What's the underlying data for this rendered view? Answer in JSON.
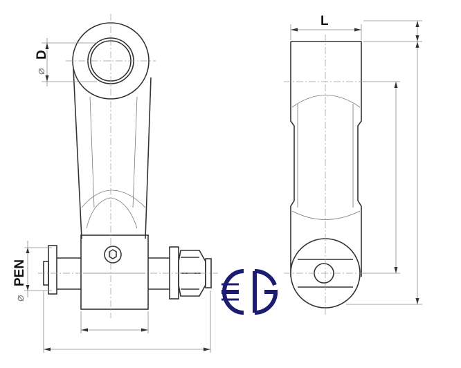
{
  "labels": {
    "bore_diameter": "D",
    "width": "L",
    "pin_diameter": "PEN",
    "diameter_symbol": "⌀"
  },
  "logo": {
    "text": "EG",
    "color": "#1c1c70"
  },
  "colors": {
    "line": "#333333",
    "dimension": "#888888"
  }
}
